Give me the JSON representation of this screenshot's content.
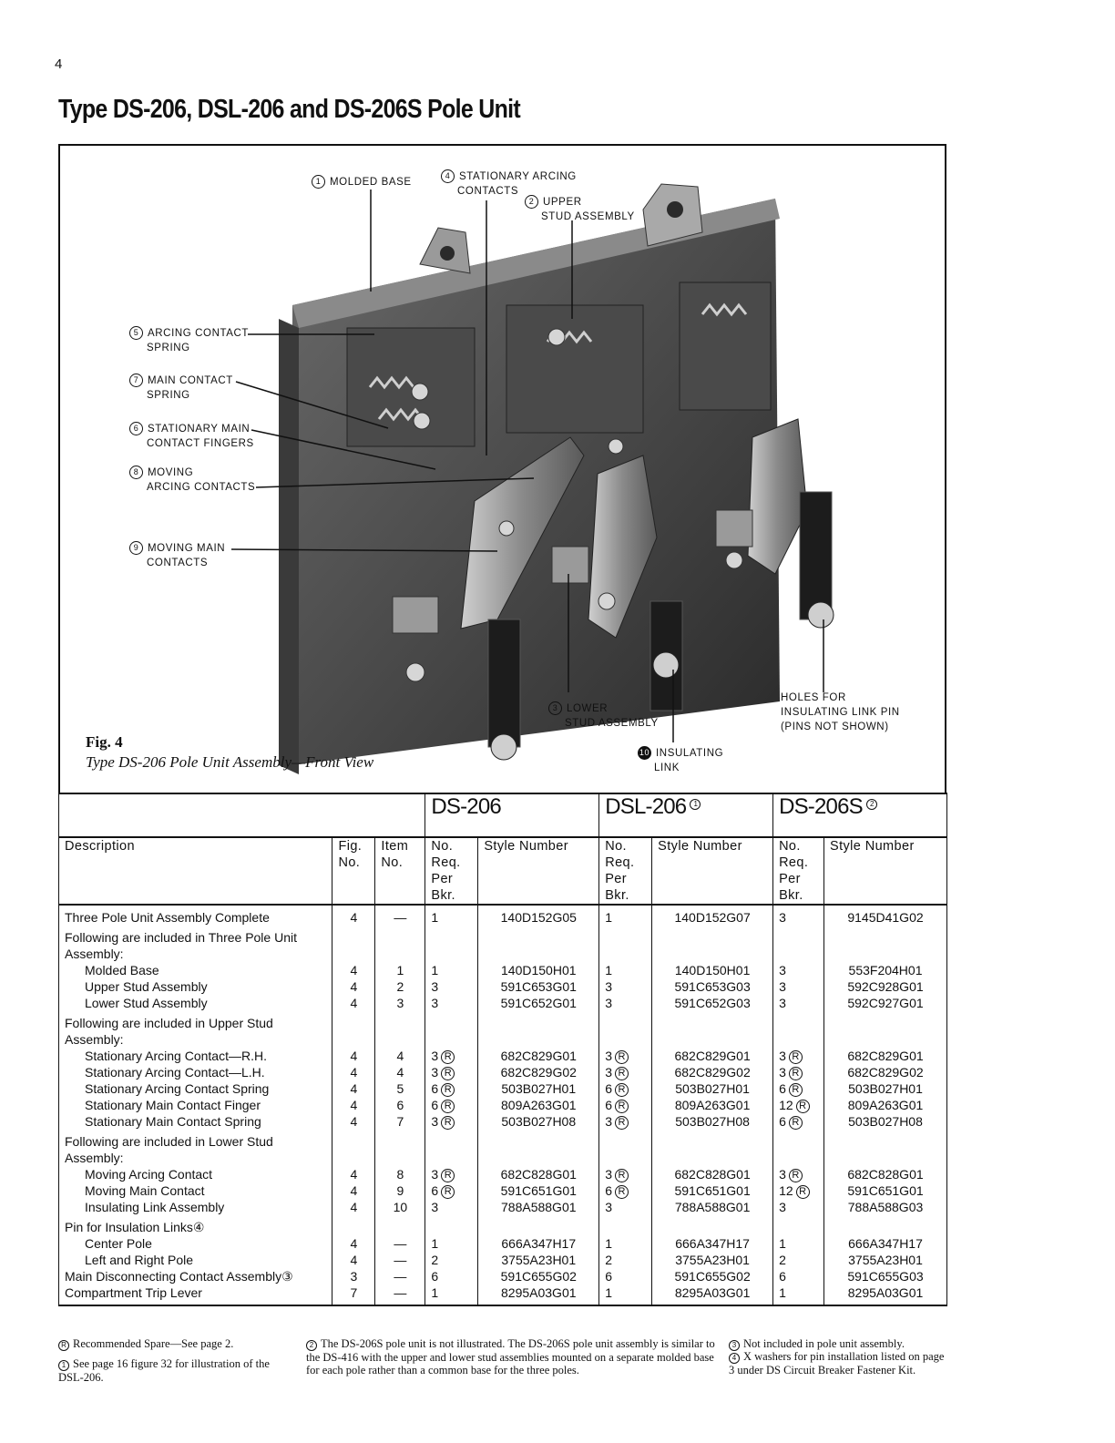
{
  "page": {
    "number": "4",
    "title": "Type DS-206, DSL-206 and DS-206S Pole Unit"
  },
  "figure": {
    "label": "Fig. 4",
    "caption": "Type DS-206 Pole Unit Assembly—Front View",
    "callouts": {
      "molded_base": {
        "num": "1",
        "text": "MOLDED BASE"
      },
      "stationary_arcing": {
        "num": "4",
        "line1": "STATIONARY ARCING",
        "line2": "CONTACTS"
      },
      "upper_stud": {
        "num": "2",
        "line1": "UPPER",
        "line2": "STUD ASSEMBLY"
      },
      "arcing_spring": {
        "num": "5",
        "line1": "ARCING CONTACT",
        "line2": "SPRING"
      },
      "main_spring": {
        "num": "7",
        "line1": "MAIN CONTACT",
        "line2": "SPRING"
      },
      "stationary_main": {
        "num": "6",
        "line1": "STATIONARY MAIN",
        "line2": "CONTACT FINGERS"
      },
      "moving_arcing": {
        "num": "8",
        "line1": "MOVING",
        "line2": "ARCING CONTACTS"
      },
      "moving_main": {
        "num": "9",
        "line1": "MOVING MAIN",
        "line2": "CONTACTS"
      },
      "lower_stud": {
        "num": "3",
        "line1": "LOWER",
        "line2": "STUD ASSEMBLY"
      },
      "insulating_link": {
        "num": "10",
        "line1": "INSULATING",
        "line2": "LINK"
      },
      "holes": {
        "line1": "HOLES FOR",
        "line2": "INSULATING LINK PIN",
        "line3": "(PINS NOT SHOWN)"
      }
    }
  },
  "table": {
    "groups": [
      {
        "name": "DS-206",
        "note": ""
      },
      {
        "name": "DSL-206",
        "note": "1"
      },
      {
        "name": "DS-206S",
        "note": "2"
      }
    ],
    "columns": {
      "description": "Description",
      "fig": "Fig.\nNo.",
      "item": "Item\nNo.",
      "req": "No.\nReq.\nPer\nBkr.",
      "style": "Style Number"
    },
    "rows": [
      {
        "desc": "Three Pole Unit Assembly Complete",
        "indent": false,
        "fig": "4",
        "item": "—",
        "a_req": "1",
        "a_rs": false,
        "a_style": "140D152G05",
        "b_req": "1",
        "b_rs": false,
        "b_style": "140D152G07",
        "c_req": "3",
        "c_rs": false,
        "c_style": "9145D41G02"
      },
      {
        "desc": "Following are included in Three Pole Unit Assembly:",
        "header": true
      },
      {
        "desc": "Molded Base",
        "indent": true,
        "fig": "4",
        "item": "1",
        "a_req": "1",
        "a_rs": false,
        "a_style": "140D150H01",
        "b_req": "1",
        "b_rs": false,
        "b_style": "140D150H01",
        "c_req": "3",
        "c_rs": false,
        "c_style": "553F204H01"
      },
      {
        "desc": "Upper Stud Assembly",
        "indent": true,
        "fig": "4",
        "item": "2",
        "a_req": "3",
        "a_rs": false,
        "a_style": "591C653G01",
        "b_req": "3",
        "b_rs": false,
        "b_style": "591C653G03",
        "c_req": "3",
        "c_rs": false,
        "c_style": "592C928G01"
      },
      {
        "desc": "Lower Stud Assembly",
        "indent": true,
        "fig": "4",
        "item": "3",
        "a_req": "3",
        "a_rs": false,
        "a_style": "591C652G01",
        "b_req": "3",
        "b_rs": false,
        "b_style": "591C652G03",
        "c_req": "3",
        "c_rs": false,
        "c_style": "592C927G01"
      },
      {
        "desc": "Following are included in Upper Stud Assembly:",
        "header": true
      },
      {
        "desc": "Stationary Arcing Contact—R.H.",
        "indent": true,
        "fig": "4",
        "item": "4",
        "a_req": "3",
        "a_rs": true,
        "a_style": "682C829G01",
        "b_req": "3",
        "b_rs": true,
        "b_style": "682C829G01",
        "c_req": "3",
        "c_rs": true,
        "c_style": "682C829G01"
      },
      {
        "desc": "Stationary Arcing Contact—L.H.",
        "indent": true,
        "fig": "4",
        "item": "4",
        "a_req": "3",
        "a_rs": true,
        "a_style": "682C829G02",
        "b_req": "3",
        "b_rs": true,
        "b_style": "682C829G02",
        "c_req": "3",
        "c_rs": true,
        "c_style": "682C829G02"
      },
      {
        "desc": "Stationary Arcing Contact Spring",
        "indent": true,
        "fig": "4",
        "item": "5",
        "a_req": "6",
        "a_rs": true,
        "a_style": "503B027H01",
        "b_req": "6",
        "b_rs": true,
        "b_style": "503B027H01",
        "c_req": "6",
        "c_rs": true,
        "c_style": "503B027H01"
      },
      {
        "desc": "Stationary Main Contact Finger",
        "indent": true,
        "fig": "4",
        "item": "6",
        "a_req": "6",
        "a_rs": true,
        "a_style": "809A263G01",
        "b_req": "6",
        "b_rs": true,
        "b_style": "809A263G01",
        "c_req": "12",
        "c_rs": true,
        "c_style": "809A263G01"
      },
      {
        "desc": "Stationary Main Contact Spring",
        "indent": true,
        "fig": "4",
        "item": "7",
        "a_req": "3",
        "a_rs": true,
        "a_style": "503B027H08",
        "b_req": "3",
        "b_rs": true,
        "b_style": "503B027H08",
        "c_req": "6",
        "c_rs": true,
        "c_style": "503B027H08"
      },
      {
        "desc": "Following are included in Lower Stud Assembly:",
        "header": true
      },
      {
        "desc": "Moving Arcing Contact",
        "indent": true,
        "fig": "4",
        "item": "8",
        "a_req": "3",
        "a_rs": true,
        "a_style": "682C828G01",
        "b_req": "3",
        "b_rs": true,
        "b_style": "682C828G01",
        "c_req": "3",
        "c_rs": true,
        "c_style": "682C828G01"
      },
      {
        "desc": "Moving Main Contact",
        "indent": true,
        "fig": "4",
        "item": "9",
        "a_req": "6",
        "a_rs": true,
        "a_style": "591C651G01",
        "b_req": "6",
        "b_rs": true,
        "b_style": "591C651G01",
        "c_req": "12",
        "c_rs": true,
        "c_style": "591C651G01"
      },
      {
        "desc": "Insulating Link Assembly",
        "indent": true,
        "fig": "4",
        "item": "10",
        "a_req": "3",
        "a_rs": false,
        "a_style": "788A588G01",
        "b_req": "3",
        "b_rs": false,
        "b_style": "788A588G01",
        "c_req": "3",
        "c_rs": false,
        "c_style": "788A588G03"
      },
      {
        "desc": "Pin for Insulation Links④",
        "header": true
      },
      {
        "desc": "Center Pole",
        "indent": true,
        "fig": "4",
        "item": "—",
        "a_req": "1",
        "a_rs": false,
        "a_style": "666A347H17",
        "b_req": "1",
        "b_rs": false,
        "b_style": "666A347H17",
        "c_req": "1",
        "c_rs": false,
        "c_style": "666A347H17"
      },
      {
        "desc": "Left and Right Pole",
        "indent": true,
        "fig": "4",
        "item": "—",
        "a_req": "2",
        "a_rs": false,
        "a_style": "3755A23H01",
        "b_req": "2",
        "b_rs": false,
        "b_style": "3755A23H01",
        "c_req": "2",
        "c_rs": false,
        "c_style": "3755A23H01"
      },
      {
        "desc": "Main Disconnecting Contact Assembly③",
        "indent": false,
        "fig": "3",
        "item": "—",
        "a_req": "6",
        "a_rs": false,
        "a_style": "591C655G02",
        "b_req": "6",
        "b_rs": false,
        "b_style": "591C655G02",
        "c_req": "6",
        "c_rs": false,
        "c_style": "591C655G03"
      },
      {
        "desc": "Compartment Trip Lever",
        "indent": false,
        "fig": "7",
        "item": "—",
        "a_req": "1",
        "a_rs": false,
        "a_style": "8295A03G01",
        "b_req": "1",
        "b_rs": false,
        "b_style": "8295A03G01",
        "c_req": "1",
        "c_rs": false,
        "c_style": "8295A03G01"
      }
    ],
    "spare_symbol": "R"
  },
  "footnotes": {
    "recommended": "Recommended Spare—See page 2.",
    "note1": "See page 16 figure 32 for illustration of the DSL-206.",
    "note2": "The DS-206S pole unit is not illustrated. The DS-206S pole unit assembly is similar to the DS-416 with the upper and lower stud assemblies mounted on a separate molded base for each pole rather than a common base for the three poles.",
    "note3": "Not included in pole unit assembly.",
    "note4": "X washers for pin installation listed on page 3 under DS Circuit Breaker Fastener Kit."
  }
}
